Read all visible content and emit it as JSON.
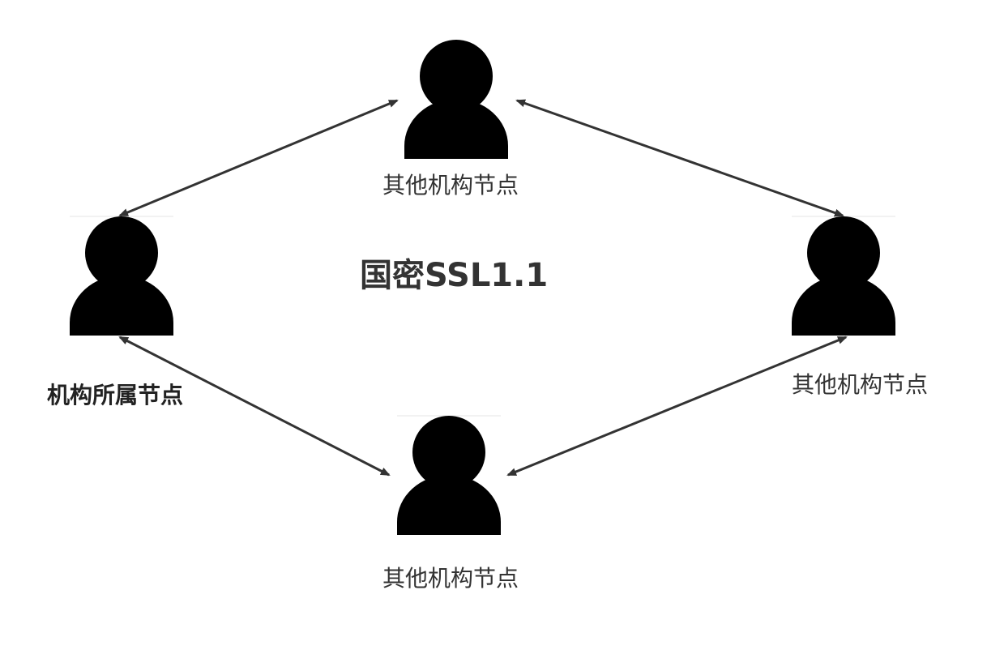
{
  "diagram": {
    "title": "国密SSL1.1",
    "nodes": {
      "top": {
        "label": "其他机构节点",
        "icon": "person-icon"
      },
      "left": {
        "label": "机构所属节点",
        "icon": "person-icon"
      },
      "right": {
        "label": "其他机构节点",
        "icon": "person-icon"
      },
      "bottom": {
        "label": "其他机构节点",
        "icon": "person-icon"
      }
    },
    "edges": [
      {
        "from": "left",
        "to": "top",
        "type": "bidirectional"
      },
      {
        "from": "top",
        "to": "right",
        "type": "bidirectional"
      },
      {
        "from": "left",
        "to": "bottom",
        "type": "bidirectional"
      },
      {
        "from": "bottom",
        "to": "right",
        "type": "bidirectional"
      }
    ],
    "colors": {
      "icon": "#000000",
      "arrow": "#333333",
      "text": "#333333",
      "separator": "#e6e6e6"
    }
  }
}
